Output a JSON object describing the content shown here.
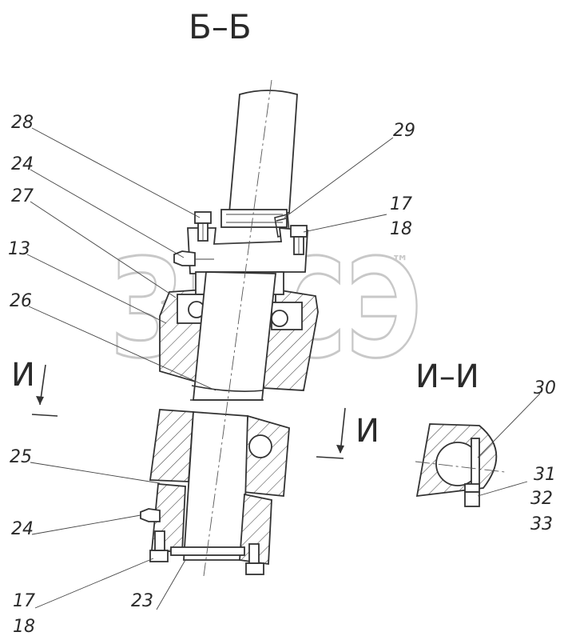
{
  "section_title": "Б–Б",
  "view_marker_left": "И",
  "view_marker_right": "И",
  "view_title": "И–И",
  "watermark": "ЗПСЭ",
  "watermark_tm": "™",
  "callouts": {
    "c28": "28",
    "c24_top": "24",
    "c27": "27",
    "c13": "13",
    "c26": "26",
    "c29": "29",
    "c17_top": "17",
    "c18_top": "18",
    "c25": "25",
    "c24_bottom": "24",
    "c17_bottom": "17",
    "c18_bottom": "18",
    "c23": "23",
    "c30": "30",
    "c31": "31",
    "c32": "32",
    "c33": "33"
  }
}
